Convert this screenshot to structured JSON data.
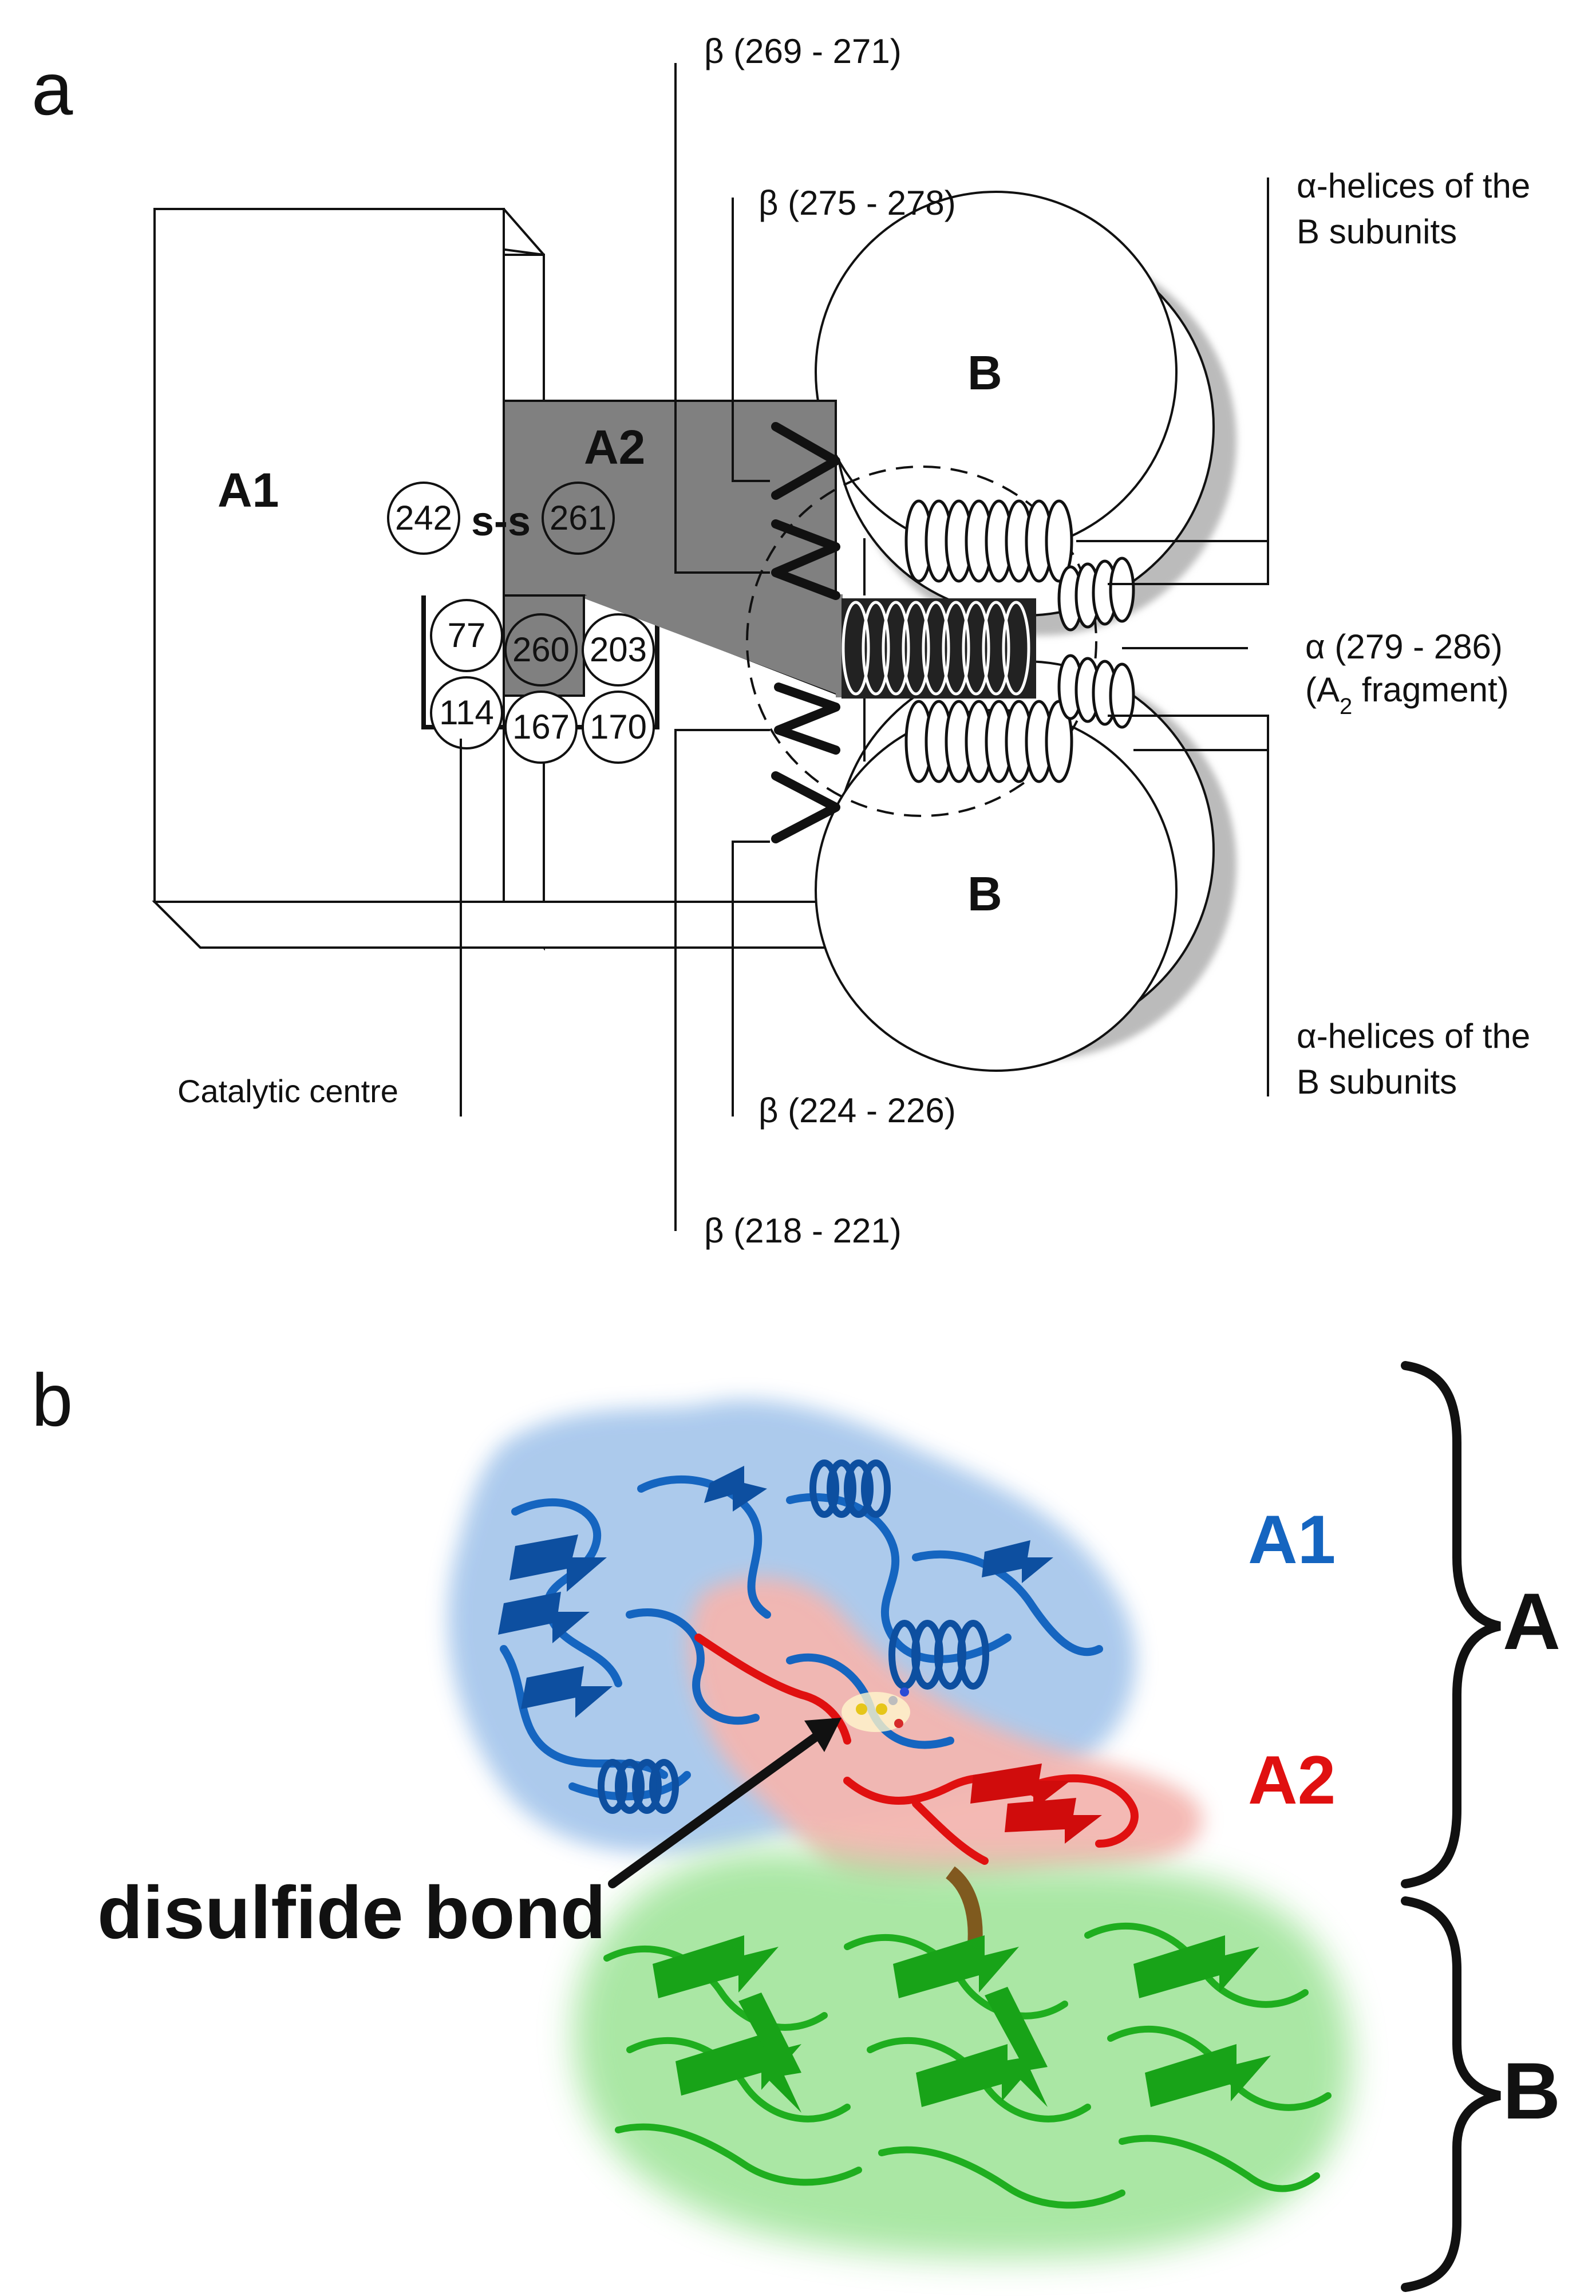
{
  "panel_a": {
    "panel_label": "a",
    "a1_label": "A1",
    "a2_label": "A2",
    "b_top_label": "B",
    "b_bottom_label": "B",
    "disulfide_text": "s-s",
    "residue_242": "242",
    "residue_261": "261",
    "pocket_residues": [
      "77",
      "260",
      "203",
      "114",
      "167",
      "170"
    ],
    "beta_269_271": "β (269 - 271)",
    "beta_275_278": "β (275 - 278)",
    "helices_top_line1": "α-helices of the",
    "helices_top_line2": "B subunits",
    "alpha_279_286": "α (279 - 286)",
    "a2_fragment_prefix": "(A",
    "a2_fragment_sub": "2",
    "a2_fragment_suffix": " fragment)",
    "helices_bottom_line1": "α-helices of the",
    "helices_bottom_line2": "B subunits",
    "catalytic_centre": "Catalytic centre",
    "beta_224_226": "β (224 - 226)",
    "beta_218_221": "β (218 - 221)"
  },
  "panel_b": {
    "panel_label": "b",
    "a1_label": "A1",
    "a2_label": "A2",
    "a_label": "A",
    "b_label": "B",
    "disulfide_bond_label": "disulfide bond",
    "colors": {
      "a1": "#1565c0",
      "a2": "#e01010",
      "b": "#22b522",
      "a1_surface": "#a8c8ec",
      "a2_surface": "#f4b6b0",
      "b_surface": "#a6e6a0"
    }
  }
}
